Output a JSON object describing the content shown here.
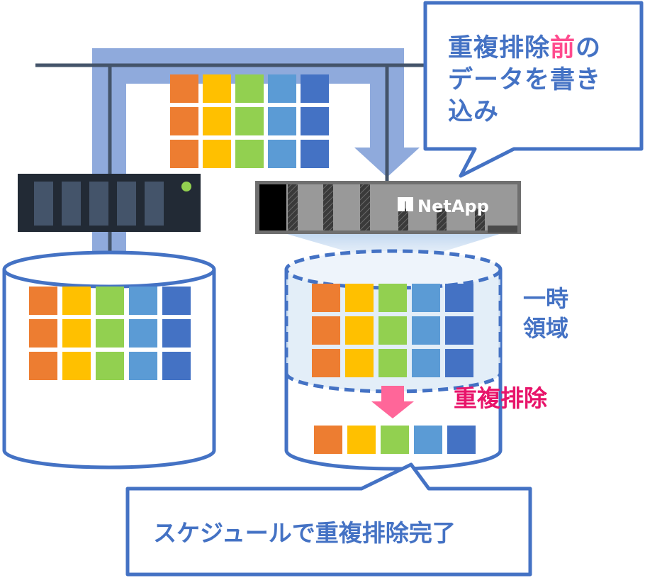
{
  "callout_top": {
    "line1_pre": "重複排除",
    "line1_highlight": "前",
    "line1_post": "の",
    "line2": "データを書き",
    "line3": "込み"
  },
  "storage_brand": "NetApp",
  "temp_area_label_line1": "一時",
  "temp_area_label_line2": "領域",
  "dedupe_label": "重複排除",
  "callout_bottom": "スケジュールで重複排除完了",
  "block_colors": [
    "#ed7d31",
    "#ffc000",
    "#92d050",
    "#5b9bd5",
    "#4472c4"
  ],
  "colors": {
    "pipe": "#8faadc",
    "line": "#44546a",
    "border": "#4472c4",
    "server": "#222a35",
    "accent_pink": "#ff6699",
    "dedupe_text": "#e8146a",
    "led": "#92d050"
  }
}
